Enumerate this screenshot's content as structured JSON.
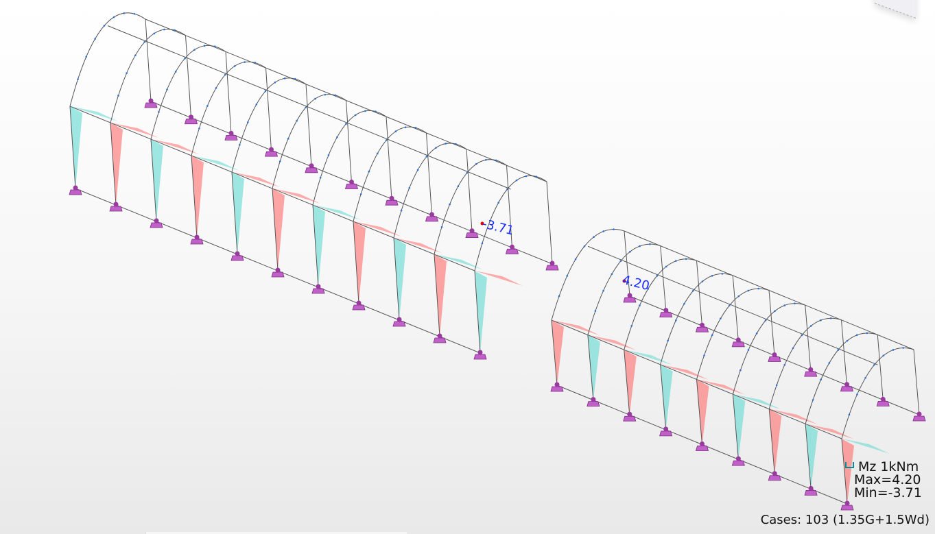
{
  "viewport": {
    "result_labels": [
      {
        "text": "-3.71",
        "kind": "min"
      },
      {
        "text": "4.20",
        "kind": "max"
      }
    ],
    "colors": {
      "positive": "#ff6b6b",
      "negative": "#5fd8d0",
      "support": "#c060c8",
      "member": "#555555",
      "node": "#2a6fd6",
      "label": "#1a2cff"
    }
  },
  "legend": {
    "quantity": "Mz",
    "unit_scale": "1kNm",
    "max": "Max=4.20",
    "min": "Min=-3.71"
  },
  "cases": "Cases: 103 (1.35G+1.5Wd)",
  "nav_cube": "view-cube"
}
